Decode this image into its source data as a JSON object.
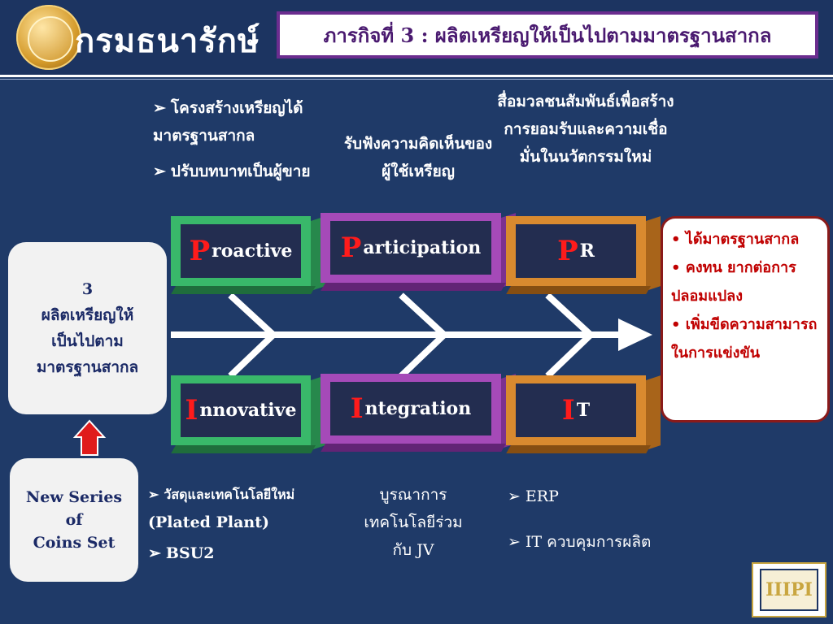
{
  "header": {
    "org_name": "กรมธนารักษ์",
    "title": "ภารกิจที่ 3 : ผลิตเหรียญให้เป็นไปตามมาตรฐานสากล"
  },
  "annotations": {
    "top_left_bullets": [
      "โครงสร้างเหรียญได้มาตรฐานสากล",
      "ปรับบทบาทเป็นผู้ขาย"
    ],
    "listen": "รับฟังความคิดเห็นของผู้ใช้เหรียญ",
    "media": "สื่อมวลชนสัมพันธ์เพื่อสร้างการยอมรับและความเชื่อมั่นในนวัตกรรมใหม่",
    "materials_line1": "วัสดุและเทคโนโลยีใหม่",
    "materials_line2": "(Plated Plant)",
    "materials_line3": "BSU2",
    "integration_note": "บูรณาการเทคโนโลยีร่วมกับ JV",
    "it_notes": [
      "ERP",
      "IT ควบคุมการผลิต"
    ]
  },
  "blocks": {
    "proactive": {
      "letter": "P",
      "rest": "roactive"
    },
    "participation": {
      "letter": "P",
      "rest": "articipation"
    },
    "pr": {
      "letter": "P",
      "rest": "R"
    },
    "innovative": {
      "letter": "I",
      "rest": "nnovative"
    },
    "integration": {
      "letter": "I",
      "rest": "ntegration"
    },
    "it": {
      "letter": "I",
      "rest": "T"
    }
  },
  "mission_box": {
    "number": "3",
    "line1": "ผลิตเหรียญให้",
    "line2": "เป็นไปตาม",
    "line3": "มาตรฐานสากล"
  },
  "coins_box": {
    "line1": "New Series",
    "line2": "of",
    "line3": "Coins Set"
  },
  "results": [
    "ได้มาตรฐานสากล",
    "คงทน ยากต่อการปลอมแปลง",
    "เพิ่มขีดความสามารถในการแข่งขัน"
  ],
  "badge": {
    "text": "IIIPI"
  },
  "colors": {
    "background": "#1f3a68",
    "green": "#39b86a",
    "purple": "#a54ab8",
    "orange": "#d98a2f",
    "highlight_red": "#ff1b1b",
    "up_arrow": "#e01b1b"
  }
}
